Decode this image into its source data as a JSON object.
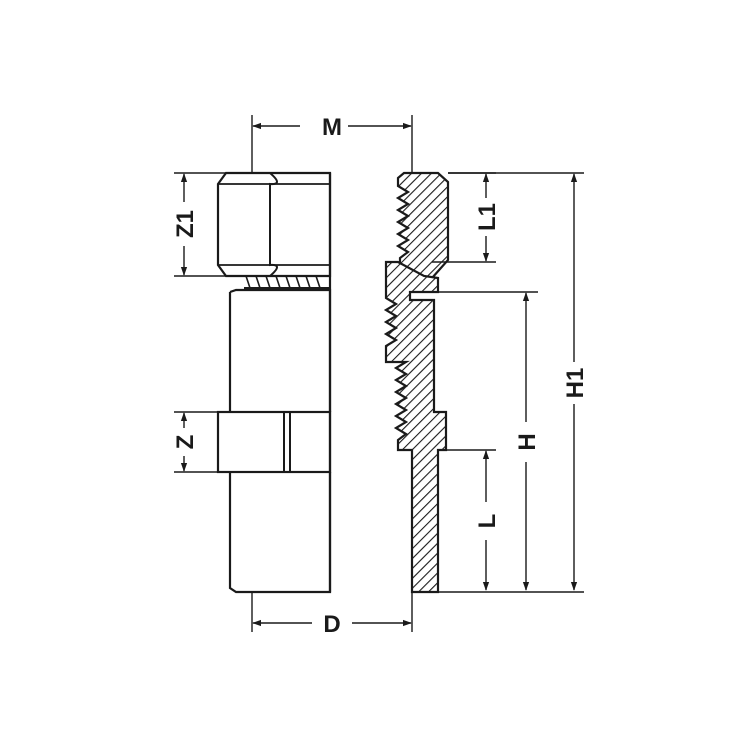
{
  "drawing": {
    "labels": {
      "m": "M",
      "d": "D",
      "z1": "Z1",
      "z": "Z",
      "l1": "L1",
      "h": "H",
      "l": "L",
      "h1": "H1"
    },
    "colors": {
      "line": "#1a1a1a",
      "background": "#ffffff"
    }
  }
}
